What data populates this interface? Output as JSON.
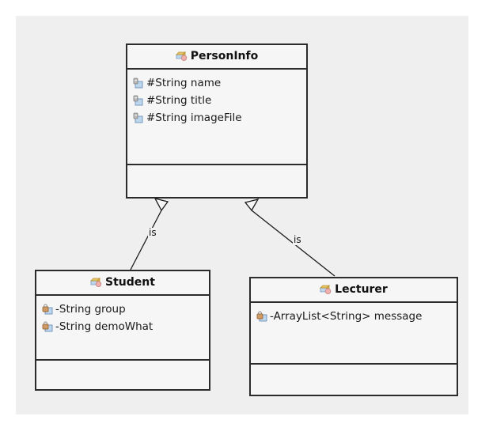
{
  "diagram": {
    "type": "uml-class-diagram",
    "canvas_color": "#efefef",
    "page_color": "#ffffff",
    "box_fill": "#f6f6f6",
    "box_border": "#2b2b2b",
    "line_color": "#1a1a1a"
  },
  "classes": [
    {
      "id": "personinfo",
      "name": "PersonInfo",
      "icon": "class-icon",
      "attributes": [
        {
          "icon": "protected-attribute-icon",
          "visibility": "#",
          "text": "#String name"
        },
        {
          "icon": "protected-attribute-icon",
          "visibility": "#",
          "text": "#String title"
        },
        {
          "icon": "protected-attribute-icon",
          "visibility": "#",
          "text": "#String imageFile"
        }
      ],
      "operations": []
    },
    {
      "id": "student",
      "name": "Student",
      "icon": "class-icon",
      "attributes": [
        {
          "icon": "private-attribute-icon",
          "visibility": "-",
          "text": "-String group"
        },
        {
          "icon": "private-attribute-icon",
          "visibility": "-",
          "text": "-String demoWhat"
        }
      ],
      "operations": []
    },
    {
      "id": "lecturer",
      "name": "Lecturer",
      "icon": "class-icon",
      "attributes": [
        {
          "icon": "private-attribute-icon",
          "visibility": "-",
          "text": "-ArrayList<String> message"
        }
      ],
      "operations": []
    }
  ],
  "relationships": [
    {
      "id": "student-is-personinfo",
      "type": "generalization",
      "label": "is",
      "from": "student",
      "to": "personinfo"
    },
    {
      "id": "lecturer-is-personinfo",
      "type": "generalization",
      "label": "is",
      "from": "lecturer",
      "to": "personinfo"
    }
  ]
}
